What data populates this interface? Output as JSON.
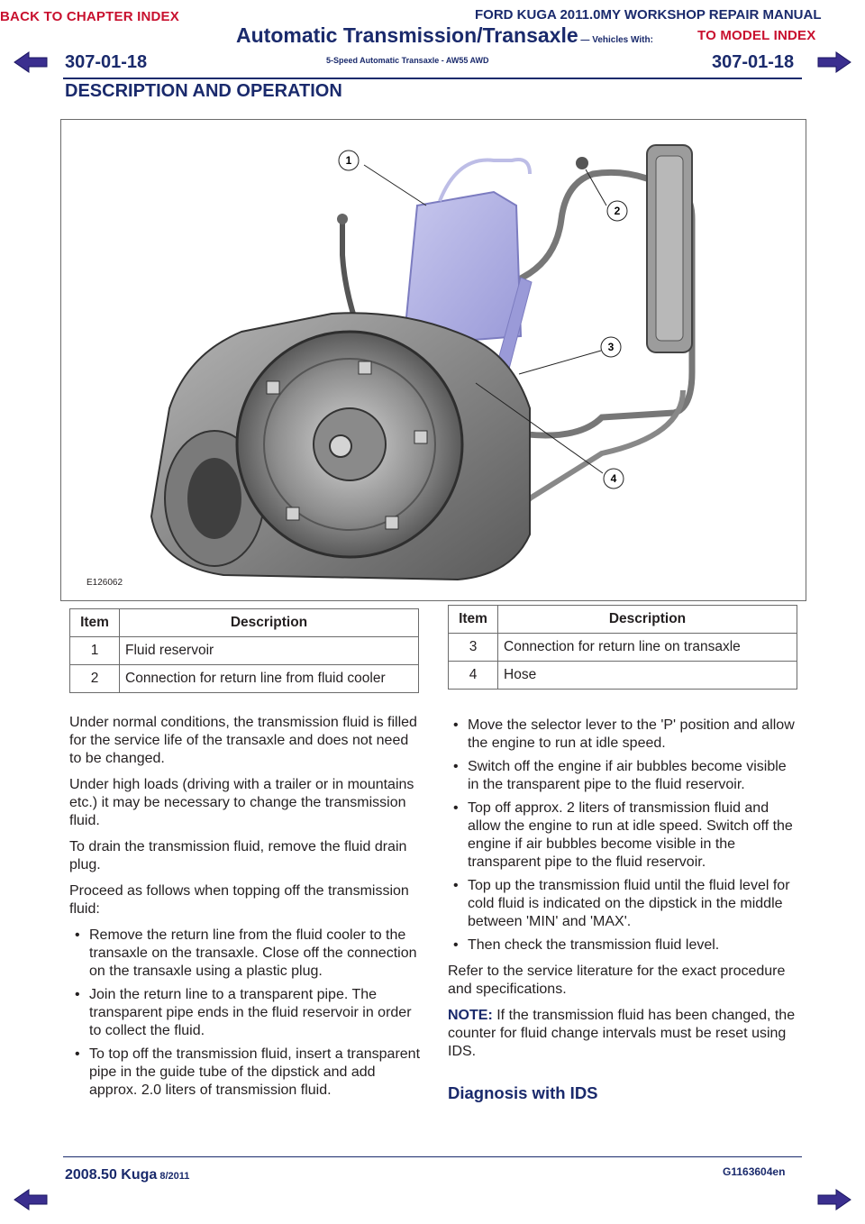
{
  "nav": {
    "back_chapter": "BACK TO CHAPTER INDEX",
    "to_model": "TO MODEL INDEX"
  },
  "header": {
    "manual_title": "FORD KUGA 2011.0MY WORKSHOP REPAIR MANUAL",
    "section_title": "Automatic Transmission/Transaxle",
    "vehicles_with": " — Vehicles With:",
    "subtitle": "5-Speed Automatic Transaxle - AW55 AWD",
    "page_number_left": "307-01-18",
    "page_number_right": "307-01-18",
    "section_heading": "DESCRIPTION AND OPERATION"
  },
  "figure": {
    "id": "E126062",
    "callouts": [
      "1",
      "2",
      "3",
      "4"
    ]
  },
  "table_left": {
    "headers": [
      "Item",
      "Description"
    ],
    "rows": [
      {
        "item": "1",
        "desc": "Fluid reservoir"
      },
      {
        "item": "2",
        "desc": "Connection for return line from fluid cooler"
      }
    ]
  },
  "table_right": {
    "headers": [
      "Item",
      "Description"
    ],
    "rows": [
      {
        "item": "3",
        "desc": "Connection for return line on transaxle"
      },
      {
        "item": "4",
        "desc": "Hose"
      }
    ]
  },
  "body_left": {
    "p1": "Under normal conditions, the transmission fluid is filled for the service life of the transaxle and does not need to be changed.",
    "p2": "Under high loads (driving with a trailer or in mountains etc.) it may be necessary to change the transmission fluid.",
    "p3": "To drain the transmission fluid, remove the fluid drain plug.",
    "p4": "Proceed as follows when topping off the transmission fluid:",
    "bullets": [
      "Remove the return line from the fluid cooler to the transaxle on the transaxle. Close off the connection on the transaxle using a plastic plug.",
      "Join the return line to a transparent pipe. The transparent pipe ends in the fluid reservoir in order to collect the fluid.",
      "To top off the transmission fluid, insert a transparent pipe in the guide tube of the dipstick and add approx. 2.0 liters of transmission fluid."
    ]
  },
  "body_right": {
    "bullets": [
      "Move the selector lever to the 'P' position and allow the engine to run at idle speed.",
      "Switch off the engine if air bubbles become visible in the transparent pipe to the fluid reservoir.",
      "Top off approx. 2 liters of transmission fluid and allow the engine to run at idle speed. Switch off the engine if air bubbles become visible in the transparent pipe to the fluid reservoir.",
      "Top up the transmission fluid until the fluid level for cold fluid is indicated on the dipstick in the middle between 'MIN' and 'MAX'.",
      "Then check the transmission fluid level."
    ],
    "p1": "Refer to the service literature for the exact procedure and specifications.",
    "note_label": "NOTE:",
    "note_text": " If the transmission fluid has been changed, the counter for fluid change intervals must be reset using IDS.",
    "heading": "Diagnosis with IDS"
  },
  "footer": {
    "model": "2008.50 Kuga",
    "date": " 8/2011",
    "code": "G1163604en"
  },
  "colors": {
    "accent_red": "#c8102e",
    "navy": "#1a2a6c"
  }
}
